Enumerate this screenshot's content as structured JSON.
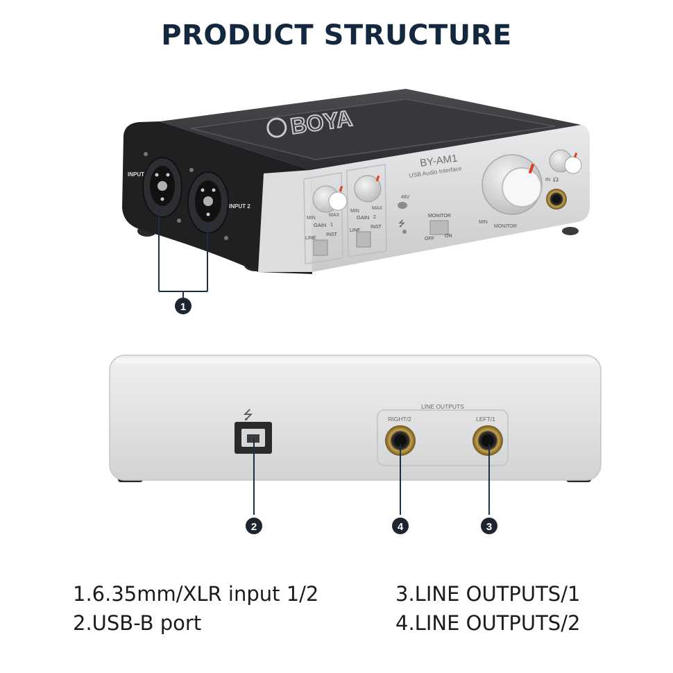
{
  "title": "PRODUCT STRUCTURE",
  "device": {
    "brand": "BOYA",
    "model": "BY-AM1",
    "subtitle": "USB Audio Interface",
    "labels": {
      "input1": "INPUT 1",
      "input2": "INPUT 2",
      "gain1": "GAIN",
      "gain1_num": "1",
      "gain2": "GAIN",
      "gain2_num": "2",
      "min": "MIN",
      "max": "MAX",
      "line": "LINE",
      "inst": "INST",
      "phantom": "48V",
      "monitor": "MONITOR",
      "off": "OFF",
      "on": "ON",
      "in": "IN",
      "monitor_knob": "MONITOR",
      "line_outputs": "LINE OUTPUTS",
      "right2": "RIGHT/2",
      "left1": "LEFT/1"
    }
  },
  "callouts": [
    "1",
    "2",
    "4",
    "3"
  ],
  "legend": {
    "left": [
      "1.6.35mm/XLR input 1/2",
      "2.USB-B port"
    ],
    "right": [
      "3.LINE OUTPUTS/1",
      "4.LINE OUTPUTS/2"
    ]
  },
  "colors": {
    "title": "#13283f",
    "body": "#d9dadb",
    "dark": "#1e1f21",
    "accent": "#e23a22"
  }
}
